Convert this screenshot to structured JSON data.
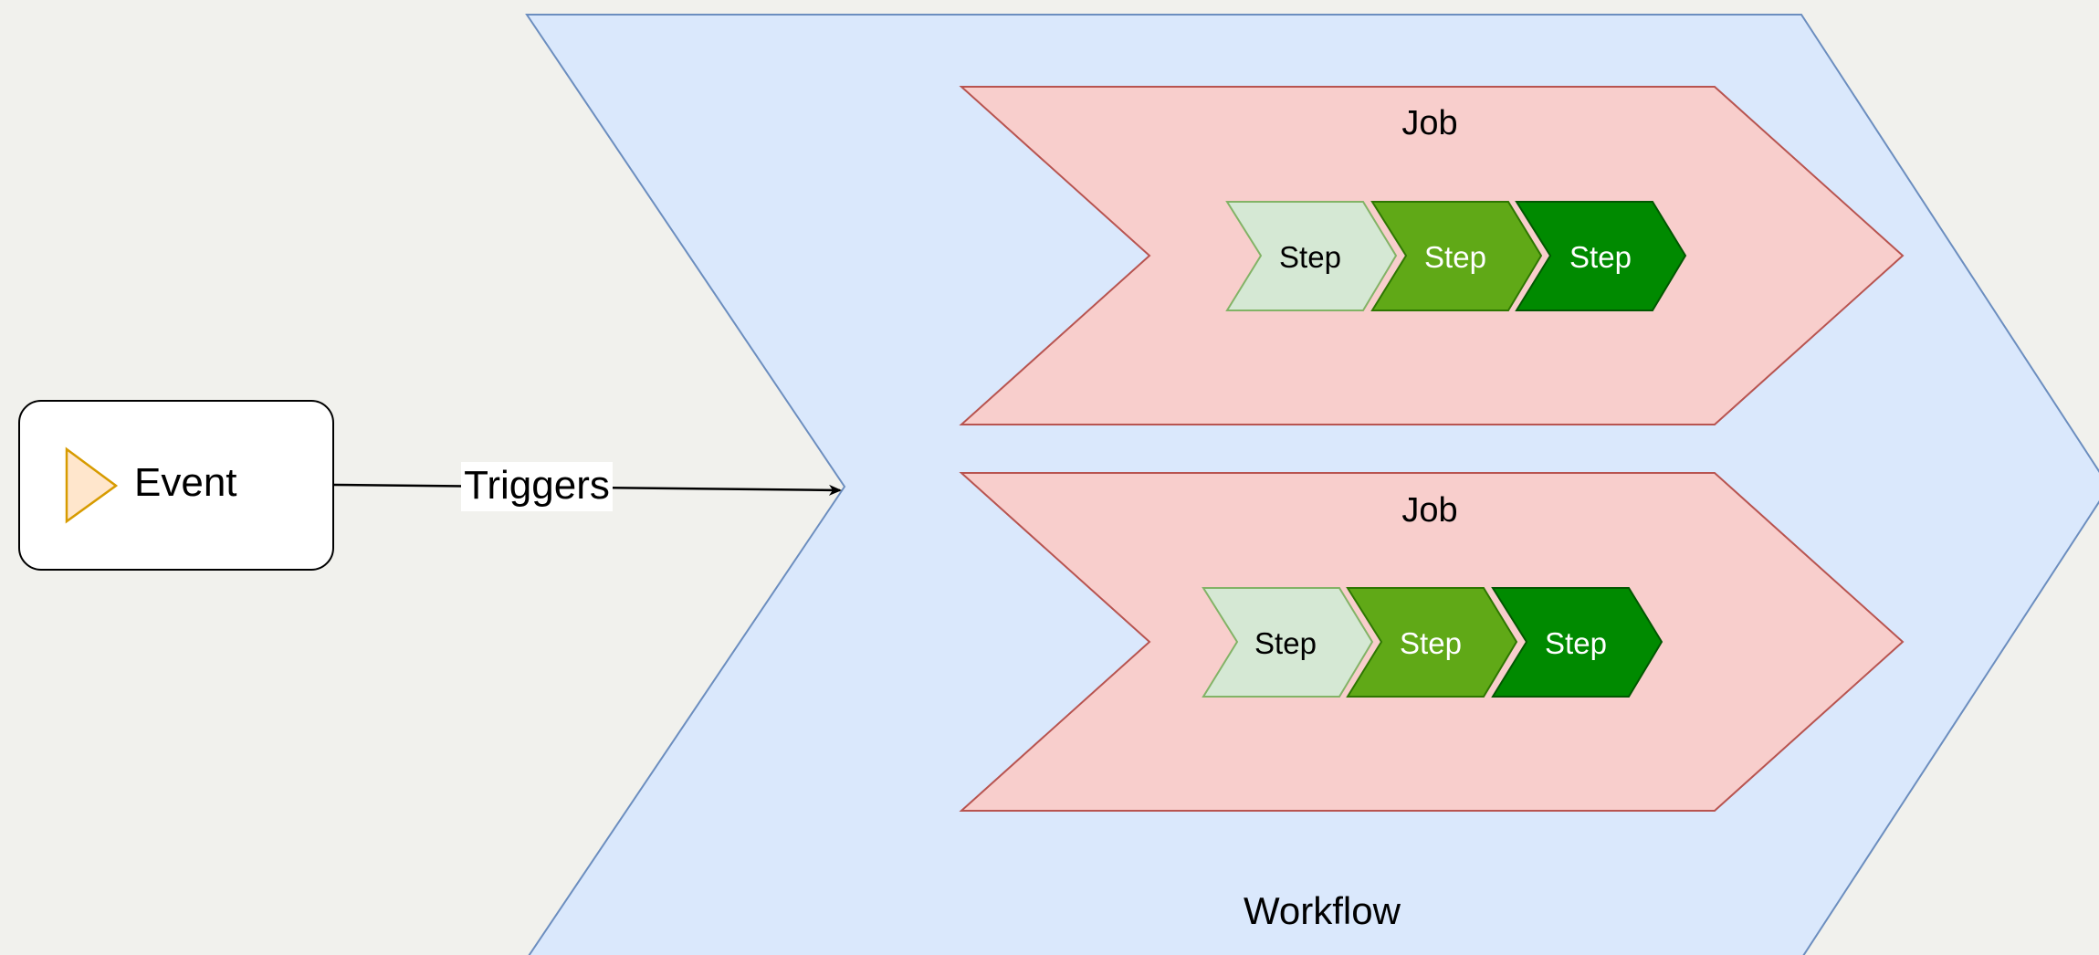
{
  "diagram": {
    "event": {
      "label": "Event",
      "icon": "play-triangle-icon"
    },
    "edge": {
      "label": "Triggers"
    },
    "workflow": {
      "label": "Workflow"
    },
    "jobs": [
      {
        "label": "Job",
        "steps": [
          {
            "label": "Step"
          },
          {
            "label": "Step"
          },
          {
            "label": "Step"
          }
        ]
      },
      {
        "label": "Job",
        "steps": [
          {
            "label": "Step"
          },
          {
            "label": "Step"
          },
          {
            "label": "Step"
          }
        ]
      }
    ]
  },
  "colors": {
    "background": "#f1f1ed",
    "workflow_fill": "#dae8fc",
    "workflow_stroke": "#6c8ebf",
    "job_fill": "#f8cecc",
    "job_stroke": "#b85450",
    "step_light_fill": "#d5e8d4",
    "step_light_stroke": "#82b366",
    "step_mid_fill": "#60a917",
    "step_mid_stroke": "#2d7600",
    "step_dark_fill": "#008a00",
    "step_dark_stroke": "#005700",
    "event_icon_fill": "#ffe6cc",
    "event_icon_stroke": "#d79b00"
  }
}
